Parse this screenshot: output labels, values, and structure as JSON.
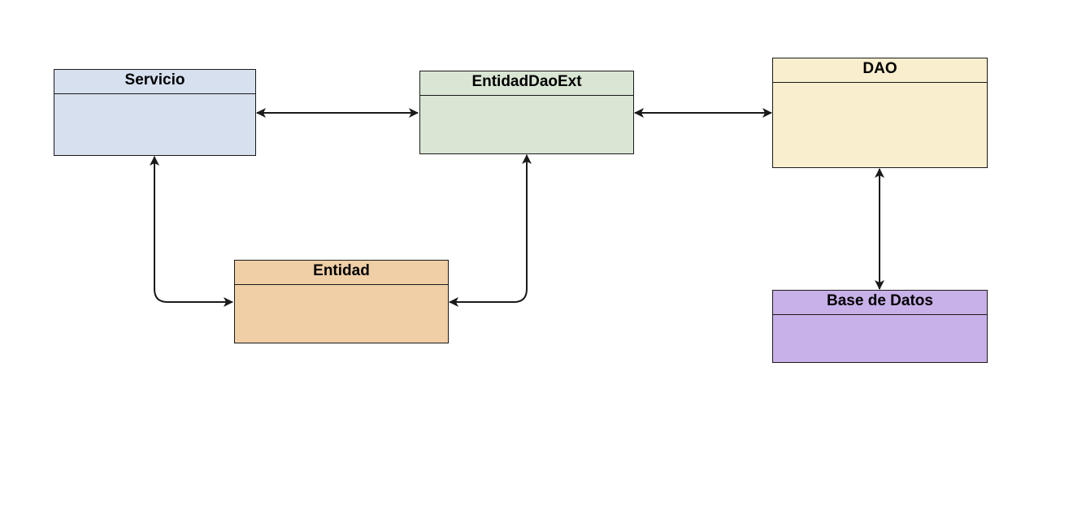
{
  "diagram": {
    "nodes": [
      {
        "id": "servicio",
        "label": "Servicio",
        "color": "#d6e0ef"
      },
      {
        "id": "entidaddaoext",
        "label": "EntidadDaoExt",
        "color": "#d9e6d4"
      },
      {
        "id": "dao",
        "label": "DAO",
        "color": "#f9eecd"
      },
      {
        "id": "entidad",
        "label": "Entidad",
        "color": "#f0cfa6"
      },
      {
        "id": "basedatos",
        "label": "Base de Datos",
        "color": "#c8b0e8"
      }
    ],
    "edges": [
      {
        "from": "servicio",
        "to": "entidaddaoext",
        "bidirectional": true
      },
      {
        "from": "entidaddaoext",
        "to": "dao",
        "bidirectional": true
      },
      {
        "from": "dao",
        "to": "basedatos",
        "bidirectional": true
      },
      {
        "from": "servicio",
        "to": "entidad",
        "bidirectional": true
      },
      {
        "from": "entidaddaoext",
        "to": "entidad",
        "bidirectional": true
      }
    ],
    "stroke_color": "#1a1a1a"
  }
}
